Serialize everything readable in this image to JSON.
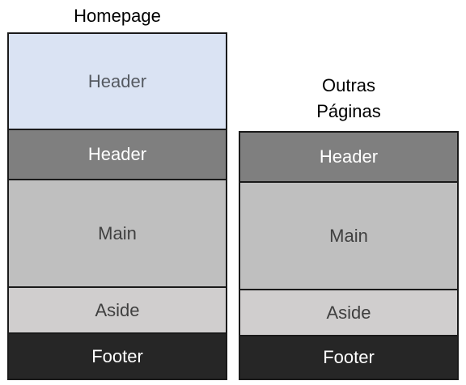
{
  "homepage": {
    "title": "Homepage",
    "blocks": [
      {
        "label": "Header",
        "bg": "#dae3f3",
        "color": "#555a61"
      },
      {
        "label": "Header",
        "bg": "#7f7f7f",
        "color": "#ffffff"
      },
      {
        "label": "Main",
        "bg": "#bfbfbf",
        "color": "#404040"
      },
      {
        "label": "Aside",
        "bg": "#d0cece",
        "color": "#404040"
      },
      {
        "label": "Footer",
        "bg": "#262626",
        "color": "#ffffff"
      }
    ]
  },
  "outras": {
    "title_line1": "Outras",
    "title_line2": "Páginas",
    "blocks": [
      {
        "label": "Header",
        "bg": "#7f7f7f",
        "color": "#ffffff"
      },
      {
        "label": "Main",
        "bg": "#bfbfbf",
        "color": "#404040"
      },
      {
        "label": "Aside",
        "bg": "#d0cece",
        "color": "#404040"
      },
      {
        "label": "Footer",
        "bg": "#262626",
        "color": "#ffffff"
      }
    ]
  }
}
